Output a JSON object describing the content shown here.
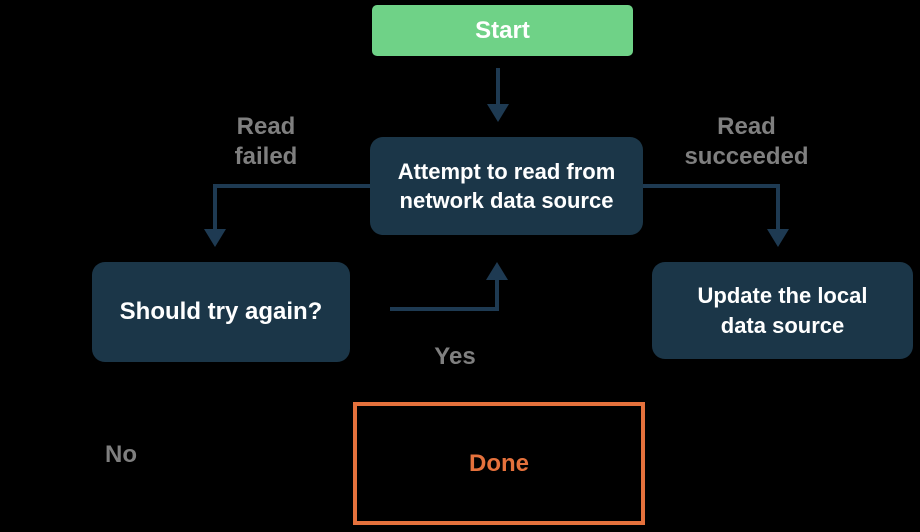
{
  "colors": {
    "background": "#000000",
    "start_fill": "#6fd287",
    "node_fill": "#1b3648",
    "node_text": "#ffffff",
    "connector": "#1e3a52",
    "label_text": "#7f7f7f",
    "done_accent": "#e5713c"
  },
  "nodes": {
    "start": {
      "label": "Start"
    },
    "attempt": {
      "label": "Attempt to read from network data source"
    },
    "should_try": {
      "label": "Should try again?"
    },
    "update": {
      "label": "Update the local data source"
    },
    "done": {
      "label": "Done"
    }
  },
  "edge_labels": {
    "read_failed": "Read failed",
    "read_succeeded": "Read succeeded",
    "yes": "Yes",
    "no": "No"
  }
}
